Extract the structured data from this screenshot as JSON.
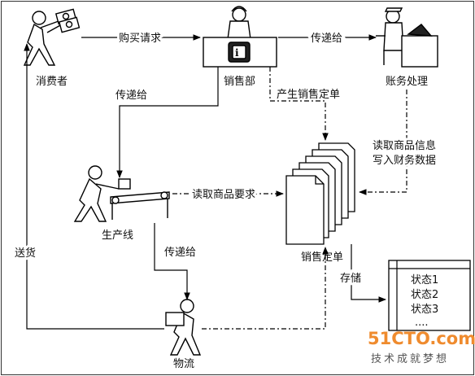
{
  "labels": {
    "consumer": "消费者",
    "purchase_request": "购买请求",
    "sales_dept": "销售部",
    "pass_on_top": "传递给",
    "accounting": "账务处理",
    "pass_on_left": "传递给",
    "create_sales_order": "产生销售定单",
    "read_product_info": "读取商品信息",
    "write_financial_data": "写入财务数据",
    "read_product_requirements": "读取商品要求",
    "production_line": "生产线",
    "sales_order": "销售定单",
    "pass_on_bottom": "传递给",
    "deliver": "送货",
    "store": "存储",
    "logistics": "物流"
  },
  "state_table": {
    "rows": [
      "状态1",
      "状态2",
      "状态3",
      "...."
    ]
  },
  "watermark": {
    "brand": "51CTO.com",
    "slogan": "技术成就梦想"
  },
  "colors": {
    "line": "#000000",
    "watermark_brand": "#ef8b2e",
    "watermark_slogan": "#555555"
  }
}
